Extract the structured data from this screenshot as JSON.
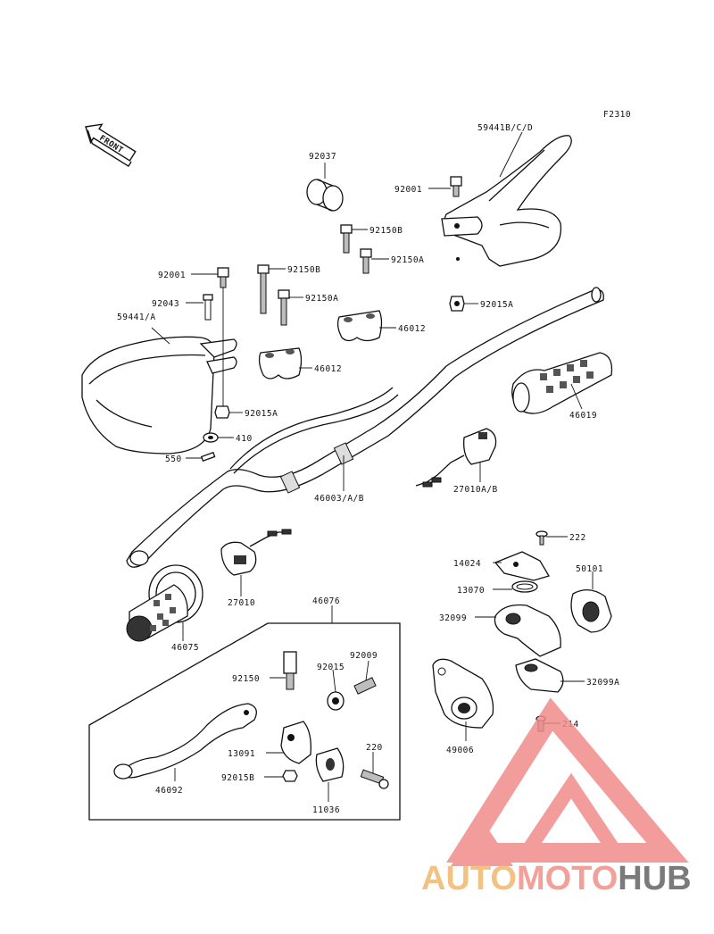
{
  "figure_code": "F2310",
  "front_label": "FRONT",
  "parts": [
    {
      "id": "p-59441bcd",
      "label": "59441B/C/D"
    },
    {
      "id": "p-92037",
      "label": "92037"
    },
    {
      "id": "p-92001-top",
      "label": "92001"
    },
    {
      "id": "p-92150b-a",
      "label": "92150B"
    },
    {
      "id": "p-92150a-a",
      "label": "92150A"
    },
    {
      "id": "p-92015a-top",
      "label": "92015A"
    },
    {
      "id": "p-92001-left",
      "label": "92001"
    },
    {
      "id": "p-92150b-b",
      "label": "92150B"
    },
    {
      "id": "p-92043",
      "label": "92043"
    },
    {
      "id": "p-92150a-b",
      "label": "92150A"
    },
    {
      "id": "p-59441a",
      "label": "59441/A"
    },
    {
      "id": "p-46012-a",
      "label": "46012"
    },
    {
      "id": "p-46012-b",
      "label": "46012"
    },
    {
      "id": "p-92015a-left",
      "label": "92015A"
    },
    {
      "id": "p-410",
      "label": "410"
    },
    {
      "id": "p-550",
      "label": "550"
    },
    {
      "id": "p-46019",
      "label": "46019"
    },
    {
      "id": "p-46003",
      "label": "46003/A/B"
    },
    {
      "id": "p-27010ab",
      "label": "27010A/B"
    },
    {
      "id": "p-27010",
      "label": "27010"
    },
    {
      "id": "p-46075",
      "label": "46075"
    },
    {
      "id": "p-46076",
      "label": "46076"
    },
    {
      "id": "p-222",
      "label": "222"
    },
    {
      "id": "p-14024",
      "label": "14024"
    },
    {
      "id": "p-50101",
      "label": "50101"
    },
    {
      "id": "p-13070",
      "label": "13070"
    },
    {
      "id": "p-32099",
      "label": "32099"
    },
    {
      "id": "p-32099a",
      "label": "32099A"
    },
    {
      "id": "p-214",
      "label": "214"
    },
    {
      "id": "p-49006",
      "label": "49006"
    },
    {
      "id": "p-92150",
      "label": "92150"
    },
    {
      "id": "p-92015",
      "label": "92015"
    },
    {
      "id": "p-92009",
      "label": "92009"
    },
    {
      "id": "p-13091",
      "label": "13091"
    },
    {
      "id": "p-220",
      "label": "220"
    },
    {
      "id": "p-92015b",
      "label": "92015B"
    },
    {
      "id": "p-11036",
      "label": "11036"
    },
    {
      "id": "p-46092",
      "label": "46092"
    }
  ],
  "watermark": {
    "part1": "AUTO",
    "part2": "MOTO",
    "part3": "HUB",
    "color1": "#f2c283",
    "color2": "#f4a09a",
    "color3": "#7a7a7a",
    "logo_color": "#f08b8b"
  }
}
